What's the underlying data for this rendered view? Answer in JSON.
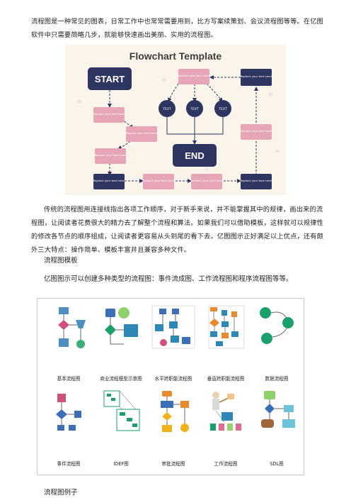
{
  "intro": "流程图是一种常见的图表，日常工作中也常常需要用到，比方写案续策划、会议流程图等等。在亿图软件中只需要简略几步，就能够快速画出美丽、实用的流程图。",
  "flowchart": {
    "title": "Flowchart Template",
    "start": "START",
    "end": "END",
    "text": "TEXT",
    "placeholder": "Replace your text here!",
    "colors": {
      "navy": "#2e3561",
      "pink": "#e7a6b8",
      "background": "#fbf4ea"
    }
  },
  "paragraph2": "传统的流程图用连接线指出各项工作顺序，对于新手来说，并不能掌握其中的规律，画出来的流程图，让阅读者花费很大的精力去了解整个流程和算法。如果我们可以借助模板，这样就可以规律性的修改各节点的顺序组成，让阅读者更容易从头到尾的看下去。亿图图示正好满足以上优点，还有颇外三大特点：操作简单、模板丰富并且兼容多种文件。",
  "heading1": "流程图模板",
  "paragraph3": "亿图图示可以创建多种类型的流程图：事件流成图、工作流程图和程序流程图等等。",
  "templates": [
    {
      "label": "基本流程图",
      "icon": "basic-flowchart-icon"
    },
    {
      "label": "商业流程模型示意图",
      "icon": "business-process-icon"
    },
    {
      "label": "水平跨职能流程图",
      "icon": "horizontal-crossfunctional-icon"
    },
    {
      "label": "垂直跨职能流程图",
      "icon": "vertical-crossfunctional-icon"
    },
    {
      "label": "数据流程图",
      "icon": "data-flow-icon"
    },
    {
      "label": "事件流程图",
      "icon": "event-flow-icon"
    },
    {
      "label": "IDEF图",
      "icon": "idef-icon"
    },
    {
      "label": "审批流程图",
      "icon": "audit-flow-icon"
    },
    {
      "label": "工作流程图",
      "icon": "workflow-icon"
    },
    {
      "label": "SDL图",
      "icon": "sdl-icon"
    }
  ],
  "heading2": "流程图例子"
}
